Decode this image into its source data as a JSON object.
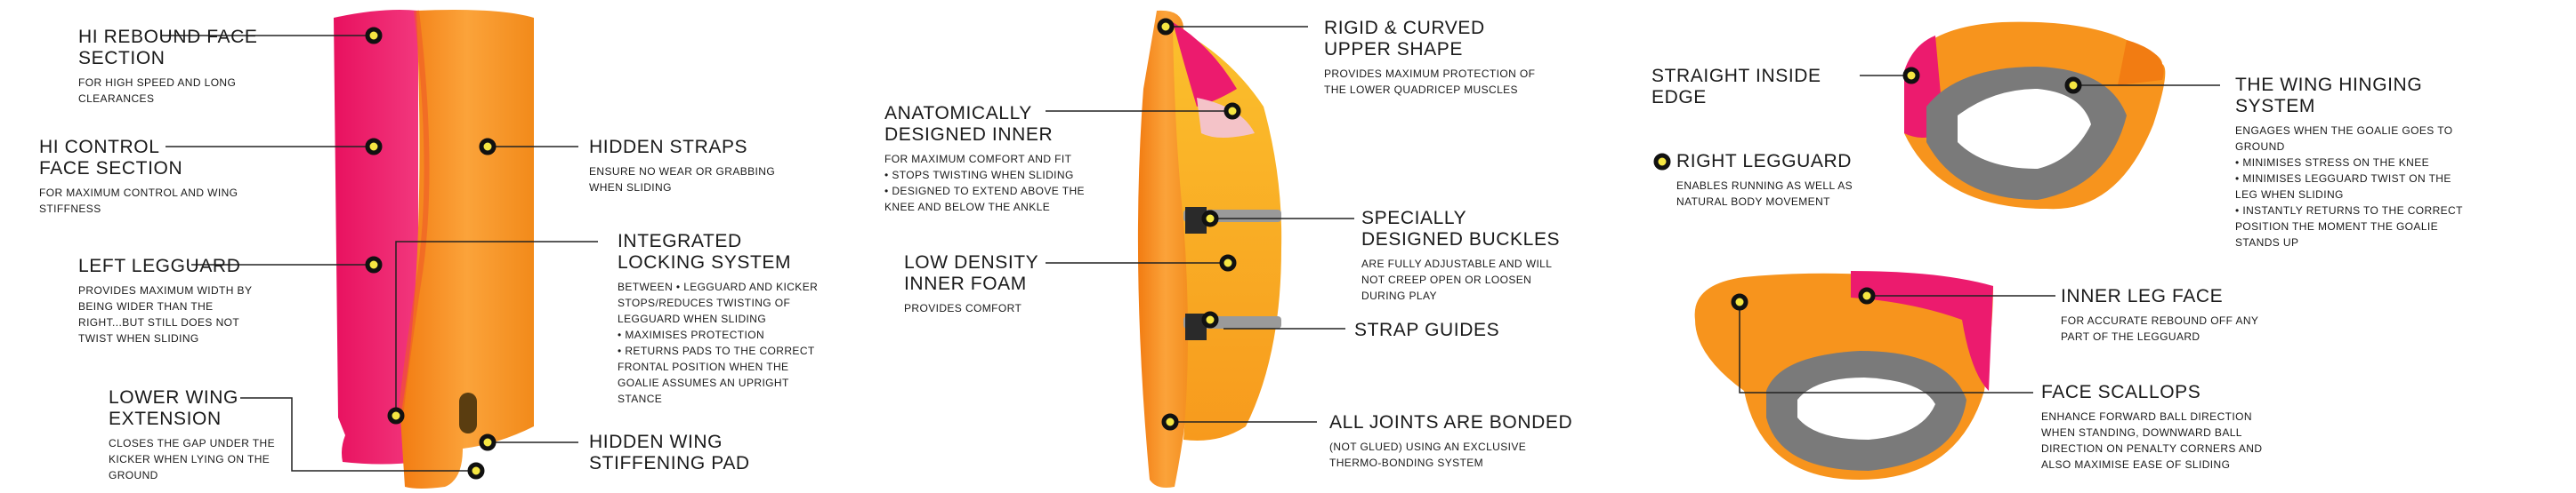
{
  "panel1": {
    "hi_rebound": {
      "title": "HI REBOUND FACE\nSECTION",
      "desc": "FOR HIGH SPEED AND LONG CLEARANCES"
    },
    "hi_control": {
      "title": "HI CONTROL\nFACE SECTION",
      "desc": "FOR MAXIMUM CONTROL AND WING STIFFNESS"
    },
    "left_legguard": {
      "title": "LEFT LEGGUARD",
      "desc": "PROVIDES MAXIMUM WIDTH BY BEING WIDER THAN THE RIGHT...BUT STILL DOES NOT TWIST WHEN SLIDING"
    },
    "lower_wing": {
      "title": "LOWER WING\nEXTENSION",
      "desc": "CLOSES THE GAP UNDER THE KICKER WHEN LYING ON THE GROUND"
    },
    "hidden_straps": {
      "title": "HIDDEN STRAPS",
      "desc": "ENSURE NO WEAR OR GRABBING WHEN SLIDING"
    },
    "integrated_locking": {
      "title": "INTEGRATED\nLOCKING SYSTEM",
      "desc": "BETWEEN • LEGGUARD AND KICKER STOPS/REDUCES TWISTING OF LEGGUARD WHEN SLIDING",
      "bullets": [
        "MAXIMISES PROTECTION",
        "RETURNS PADS TO THE CORRECT FRONTAL POSITION WHEN THE GOALIE ASSUMES AN UPRIGHT STANCE"
      ]
    },
    "hidden_wing": {
      "title": "HIDDEN WING\nSTIFFENING PAD",
      "desc": ""
    }
  },
  "panel2": {
    "rigid_curved": {
      "title": "RIGID & CURVED\nUPPER SHAPE",
      "desc": "PROVIDES MAXIMUM PROTECTION OF THE LOWER QUADRICEP MUSCLES"
    },
    "anatomically": {
      "title": "ANATOMICALLY\nDESIGNED INNER",
      "desc": "FOR MAXIMUM COMFORT AND FIT",
      "bullets": [
        "STOPS TWISTING WHEN SLIDING",
        "DESIGNED TO EXTEND ABOVE THE KNEE AND BELOW THE ANKLE"
      ]
    },
    "low_density": {
      "title": "LOW DENSITY\nINNER FOAM",
      "desc": "PROVIDES COMFORT"
    },
    "buckles": {
      "title": "SPECIALLY\nDESIGNED BUCKLES",
      "desc": "ARE FULLY ADJUSTABLE AND WILL NOT CREEP OPEN OR LOOSEN DURING PLAY"
    },
    "strap_guides": {
      "title": "STRAP GUIDES",
      "desc": ""
    },
    "joints": {
      "title": "ALL JOINTS ARE BONDED",
      "desc": "(NOT GLUED) USING AN EXCLUSIVE THERMO-BONDING SYSTEM"
    }
  },
  "panel3": {
    "straight_edge": {
      "title": "STRAIGHT INSIDE\nEDGE",
      "desc": ""
    },
    "right_legguard": {
      "title": "RIGHT LEGGUARD",
      "desc": "ENABLES RUNNING AS WELL AS NATURAL BODY MOVEMENT"
    },
    "wing_hinging": {
      "title": "THE WING HINGING\nSYSTEM",
      "desc": "ENGAGES WHEN THE GOALIE GOES TO GROUND",
      "bullets": [
        "MINIMISES STRESS ON THE KNEE",
        "MINIMISES LEGGUARD TWIST ON THE LEG WHEN SLIDING",
        "INSTANTLY RETURNS TO THE CORRECT POSITION THE MOMENT THE GOALIE STANDS UP"
      ]
    },
    "inner_leg": {
      "title": "INNER LEG FACE",
      "desc": "FOR ACCURATE REBOUND OFF ANY PART OF THE LEGGUARD"
    },
    "scallops": {
      "title": "FACE SCALLOPS",
      "desc": "ENHANCE FORWARD BALL DIRECTION WHEN STANDING, DOWNWARD BALL DIRECTION ON PENALTY CORNERS AND ALSO MAXIMISE EASE OF SLIDING"
    }
  },
  "colors": {
    "orange": "#f7941d",
    "pink": "#ec1b6e",
    "grey": "#8a8a8a",
    "marker": "#f5e642"
  }
}
